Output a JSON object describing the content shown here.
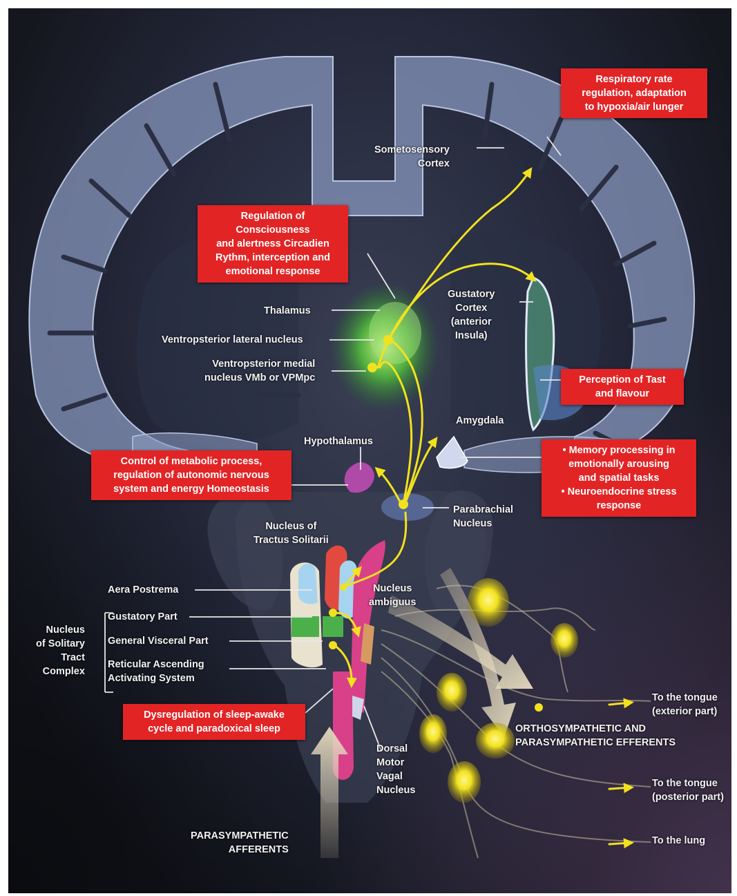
{
  "labels": {
    "somatosensory_cortex": "Sometosensory\nCortex",
    "thalamus": "Thalamus",
    "vpl": "Ventropsterior lateral nucleus",
    "vpm": "Ventropsterior medial\nnucleus VMb or VPMpc",
    "gustatory_cortex": "Gustatory\nCortex\n(anterior\nInsula)",
    "amygdala": "Amygdala",
    "hypothalamus": "Hypothalamus",
    "parabrachial": "Parabrachial\nNucleus",
    "nts": "Nucleus of\nTractus Solitarii",
    "area_postrema": "Aera Postrema",
    "gustatory_part": "Gustatory Part",
    "general_visceral": "General Visceral Part",
    "reticular": "Reticular Ascending\nActivating System",
    "complex": "Nucleus\nof Solitary\nTract\nComplex",
    "nucleus_ambiguus": "Nucleus\nambiguus",
    "dorsal_motor": "Dorsal\nMotor\nVagal\nNucleus",
    "parasympathetic_afferents": "PARASYMPATHETIC\nAFFERENTS",
    "efferents": "ORTHOSYMPATHETIC AND\nPARASYMPATHETIC EFFERENTS",
    "tongue_exterior": "To the tongue\n(exterior part)",
    "tongue_posterior": "To the tongue\n(posterior part)",
    "lung": "To the lung"
  },
  "callouts": {
    "respiratory": "Respiratory rate\nregulation, adaptation\nto hypoxia/air lunger",
    "consciousness": "Regulation of\nConsciousness\nand alertness Circadien\nRythm, interception and\nemotional response",
    "taste": "Perception of Tast\nand flavour",
    "metabolic": "Control of metabolic process,\nregulation of autonomic nervous\nsystem and energy Homeostasis",
    "memory": "• Memory processing in\nemotionally arousing\nand spatial tasks\n• Neuroendocrine stress\nresponse",
    "sleep": "Dysregulation of sleep-awake\ncycle and paradoxical sleep"
  },
  "colors": {
    "callout_red": "#e22425",
    "pathway_yellow": "#f2e21e",
    "cortex_blue": "#8a9bc4",
    "thalamus_green": "#4fb33f",
    "nts_pink": "#d8408a"
  }
}
